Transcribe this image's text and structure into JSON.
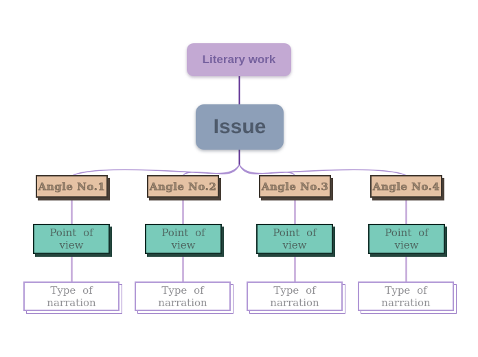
{
  "mindmap": {
    "root_label": "Literary work",
    "issue_label": "Issue",
    "columns": [
      {
        "angle_label": "Angle No.1",
        "pov_label": "Point of view",
        "narration_label": "Type of narration"
      },
      {
        "angle_label": "Angle No.2",
        "pov_label": "Point of view",
        "narration_label": "Type of narration"
      },
      {
        "angle_label": "Angle No.3",
        "pov_label": "Point of view",
        "narration_label": "Type of narration"
      },
      {
        "angle_label": "Angle No.4",
        "pov_label": "Point of view",
        "narration_label": "Type of narration"
      }
    ],
    "colors": {
      "root_fill": "#c3a9d3",
      "root_text": "#77629f",
      "issue_fill": "#8d9fb8",
      "issue_text": "#4e5a6b",
      "angle_fill": "#e5c2a4",
      "angle_text": "#9a8570",
      "pov_fill": "#79cbba",
      "pov_text": "#4e6660",
      "narration_fill": "#ffffff",
      "narration_border": "#b299d6",
      "narration_text": "#909094",
      "connector_dark": "#5c2d91",
      "connector_light": "#ab8fd2",
      "connector_stem": "#c3a7d8",
      "background": "#ffffff"
    }
  }
}
